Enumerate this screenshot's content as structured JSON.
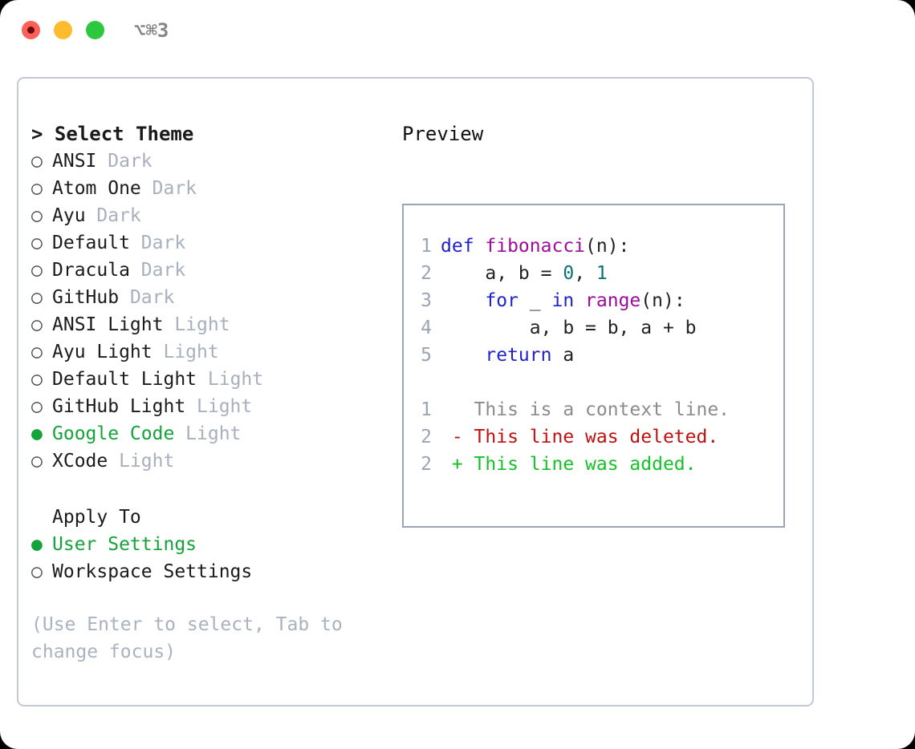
{
  "titlebar": {
    "shortcut": "⌥⌘3",
    "buttons": {
      "close": "close",
      "minimize": "minimize",
      "maximize": "maximize"
    }
  },
  "theme_list": {
    "header": "> Select Theme",
    "bullet_selected": "●",
    "bullet_unselected": "○",
    "items": [
      {
        "bullet": "○",
        "name": "ANSI",
        "variant": "Dark",
        "selected": false
      },
      {
        "bullet": "○",
        "name": "Atom One",
        "variant": "Dark",
        "selected": false
      },
      {
        "bullet": "○",
        "name": "Ayu",
        "variant": "Dark",
        "selected": false
      },
      {
        "bullet": "○",
        "name": "Default",
        "variant": "Dark",
        "selected": false
      },
      {
        "bullet": "○",
        "name": "Dracula",
        "variant": "Dark",
        "selected": false
      },
      {
        "bullet": "○",
        "name": "GitHub",
        "variant": "Dark",
        "selected": false
      },
      {
        "bullet": "○",
        "name": "ANSI Light",
        "variant": "Light",
        "selected": false
      },
      {
        "bullet": "○",
        "name": "Ayu Light",
        "variant": "Light",
        "selected": false
      },
      {
        "bullet": "○",
        "name": "Default Light",
        "variant": "Light",
        "selected": false
      },
      {
        "bullet": "○",
        "name": "GitHub Light",
        "variant": "Light",
        "selected": false
      },
      {
        "bullet": "●",
        "name": "Google Code",
        "variant": "Light",
        "selected": true
      },
      {
        "bullet": "○",
        "name": "XCode",
        "variant": "Light",
        "selected": false
      }
    ]
  },
  "apply_to": {
    "header": "Apply To",
    "items": [
      {
        "bullet": "●",
        "name": "User Settings",
        "selected": true
      },
      {
        "bullet": "○",
        "name": "Workspace Settings",
        "selected": false
      }
    ]
  },
  "hint": "(Use Enter to select, Tab to change focus)",
  "preview": {
    "title": "Preview",
    "code_lines": [
      {
        "num": "1",
        "tokens": [
          {
            "t": "def ",
            "c": "kw"
          },
          {
            "t": "fibonacci",
            "c": "fn"
          },
          {
            "t": "(n):",
            "c": "txt"
          }
        ]
      },
      {
        "num": "2",
        "tokens": [
          {
            "t": "    a, b = ",
            "c": "txt"
          },
          {
            "t": "0",
            "c": "num"
          },
          {
            "t": ", ",
            "c": "txt"
          },
          {
            "t": "1",
            "c": "num"
          }
        ]
      },
      {
        "num": "3",
        "tokens": [
          {
            "t": "    ",
            "c": "txt"
          },
          {
            "t": "for",
            "c": "kw"
          },
          {
            "t": " _ ",
            "c": "txt"
          },
          {
            "t": "in",
            "c": "kw"
          },
          {
            "t": " ",
            "c": "txt"
          },
          {
            "t": "range",
            "c": "fn"
          },
          {
            "t": "(n):",
            "c": "txt"
          }
        ]
      },
      {
        "num": "4",
        "tokens": [
          {
            "t": "        a, b = b, a + b",
            "c": "txt"
          }
        ]
      },
      {
        "num": "5",
        "tokens": [
          {
            "t": "    ",
            "c": "txt"
          },
          {
            "t": "return",
            "c": "kw"
          },
          {
            "t": " a",
            "c": "txt"
          }
        ]
      }
    ],
    "diff_lines": [
      {
        "num": "1",
        "marker": "  ",
        "text": "This is a context line.",
        "kind": "ctx"
      },
      {
        "num": "2",
        "marker": "- ",
        "text": "This line was deleted.",
        "kind": "del"
      },
      {
        "num": "2",
        "marker": "+ ",
        "text": "This line was added.",
        "kind": "add"
      }
    ]
  },
  "colors": {
    "accent_green": "#14a33a",
    "muted": "#a8b0bd",
    "border": "#c3c9d4",
    "preview_border": "#9aa4b4",
    "keyword": "#2222cc",
    "function": "#9d0c9d",
    "number": "#0b7272",
    "diff_deleted": "#c20f0f",
    "diff_added": "#14c228",
    "diff_context": "#8c8c8c",
    "dot_close": "#fc6058",
    "dot_minimize": "#fdbc2e",
    "dot_maximize": "#2bc840"
  }
}
